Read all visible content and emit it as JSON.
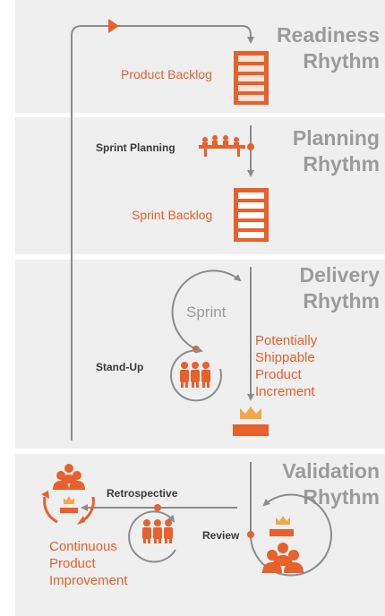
{
  "rhythms": [
    {
      "line1": "Readiness",
      "line2": "Rhythm"
    },
    {
      "line1": "Planning",
      "line2": "Rhythm"
    },
    {
      "line1": "Delivery",
      "line2": "Rhythm"
    },
    {
      "line1": "Validation",
      "line2": "Rhythm"
    }
  ],
  "labels": {
    "product_backlog": "Product Backlog",
    "sprint_planning": "Sprint Planning",
    "sprint_backlog": "Sprint Backlog",
    "sprint": "Sprint",
    "stand_up": "Stand-Up",
    "increment_1": "Potentially",
    "increment_2": "Shippable",
    "increment_3": "Product",
    "increment_4": "Increment",
    "retrospective": "Retrospective",
    "review": "Review",
    "improvement_1": "Continuous",
    "improvement_2": "Product",
    "improvement_3": "Improvement"
  },
  "colors": {
    "accent": "#e8602c",
    "line": "#8c8c8c",
    "panel": "#efefef",
    "rhythm_text": "#9b9b9b"
  },
  "icons": [
    "backlog-stack-icon",
    "meeting-table-icon",
    "people-group-icon",
    "crown-product-icon",
    "cycle-arrows-icon"
  ]
}
